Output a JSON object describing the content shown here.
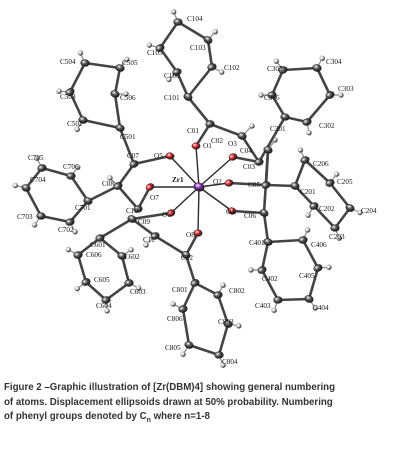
{
  "figure": {
    "caption_line_1": "Figure 2 –Graphic illustration of [Zr(DBM)4] showing general numbering",
    "caption_line_2": "of atoms. Displacement ellipsoids drawn at 50% probability. Numbering",
    "caption_line_3_prefix": "of phenyl groups denoted by C",
    "caption_line_3_sub": "n",
    "caption_line_3_suffix": " where n=1-8"
  },
  "atom_labels": {
    "Zr1": "Zr1",
    "O1": "O1",
    "O2": "O2",
    "O3": "O3",
    "O4": "O4",
    "O5": "O5",
    "O6": "O6",
    "O7": "O7",
    "O8": "O8",
    "C01": "C01",
    "C02": "C02",
    "C03": "C03",
    "C04": "C04",
    "C05": "C05",
    "C06": "C06",
    "C07": "C07",
    "C08": "C08",
    "C09": "C09",
    "C10": "C10",
    "C11": "C11",
    "C12": "C12",
    "C101": "C101",
    "C102": "C102",
    "C103": "C103",
    "C104": "C104",
    "C105": "C105",
    "C106": "C106",
    "C201": "C201",
    "C202": "C202",
    "C203": "C203",
    "C204": "C204",
    "C205": "C205",
    "C206": "C206",
    "C301": "C301",
    "C302": "C302",
    "C303": "C303",
    "C304": "C304",
    "C305": "C305",
    "C306": "C306",
    "C401": "C401",
    "C402": "C402",
    "C403": "C403",
    "C404": "C404",
    "C405": "C405",
    "C406": "C406",
    "C501": "C501",
    "C502": "C502",
    "C503": "C503",
    "C504": "C504",
    "C505": "C505",
    "C506": "C506",
    "C601": "C601",
    "C602": "C602",
    "C603": "C603",
    "C604": "C604",
    "C605": "C605",
    "C606": "C606",
    "C701": "C701",
    "C702": "C702",
    "C703": "C703",
    "C704": "C704",
    "C705": "C705",
    "C706": "C706",
    "C801": "C801",
    "C802": "C802",
    "C803": "C803",
    "C804": "C804",
    "C805": "C805",
    "C806": "C806"
  },
  "colors": {
    "zirconium": "#8a2fb8",
    "oxygen": "#e8252b",
    "carbon": "#5a5a5a",
    "hydrogen": "#d9d9d9",
    "caption_text": "#333333"
  }
}
